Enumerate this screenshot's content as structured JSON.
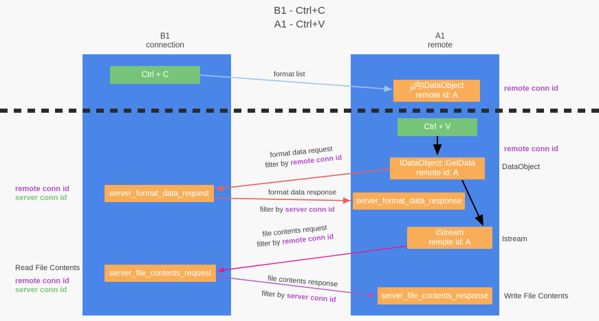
{
  "title": {
    "line1": "B1 - Ctrl+C",
    "line2": "A1 - Ctrl+V"
  },
  "columns": [
    {
      "id": "b1",
      "name": "B1",
      "sub": "connection"
    },
    {
      "id": "a1",
      "name": "A1",
      "sub": "remote"
    }
  ],
  "nodes": {
    "ctrl_c": {
      "label": "Ctrl + C",
      "color": "green"
    },
    "idataobject": {
      "line1": "ྜ⽱IDataObject",
      "line2": "remote id: A",
      "color": "orange"
    },
    "ctrl_v": {
      "label": "Ctrl + V",
      "color": "green"
    },
    "getdata": {
      "line1": "IDataObject::GetData",
      "line2": "remote id: A",
      "color": "orange"
    },
    "format_data_request": {
      "label": "server_format_data_request",
      "color": "orange"
    },
    "format_data_response": {
      "label": "server_format_data_response",
      "color": "orange"
    },
    "istream": {
      "line1": "IStream",
      "line2": "remote id: A",
      "color": "orange"
    },
    "file_contents_request": {
      "label": "server_file_contents_request",
      "color": "orange"
    },
    "file_contents_response": {
      "label": "server_file_contents_response",
      "color": "orange"
    }
  },
  "edge_labels": {
    "format_list": "format list",
    "format_data_request": "format data request",
    "format_data_request_filter_pre": "filter by ",
    "format_data_request_filter_key": "remote conn id",
    "format_data_response": "format data response",
    "format_data_response_filter_pre": "filter by ",
    "format_data_response_filter_key": "server conn id",
    "file_contents_request": "file contents request",
    "file_contents_request_filter_pre": "filter by ",
    "file_contents_request_filter_key": "remote conn id",
    "file_contents_response": "file contents response",
    "file_contents_response_filter_pre": "filter by ",
    "file_contents_response_filter_key": "server conn id"
  },
  "side_labels": {
    "left_mid_remote": "remote conn id",
    "left_mid_server": "server conn id",
    "left_read_file": "Read File Contents",
    "left_bottom_remote": "remote conn id",
    "left_bottom_server": "server conn id",
    "right_top_remote": "remote conn id",
    "right_mid_remote": "remote conn id",
    "right_dataobject": "DataObject",
    "right_istream": "Istream",
    "right_write_file": "Write File Contents"
  },
  "colors": {
    "lane": "#4a86e8",
    "node_orange": "#f9ad57",
    "node_green": "#76c479",
    "arrow_blue": "#9fc5e8",
    "arrow_red": "#e8615a",
    "arrow_magenta": "#e6198c",
    "arrow_purple": "#b44fc8",
    "arrow_black": "#000000",
    "conn_remote": "#b44fc8",
    "conn_server": "#7cc47f",
    "divider": "#2b2b2b"
  }
}
